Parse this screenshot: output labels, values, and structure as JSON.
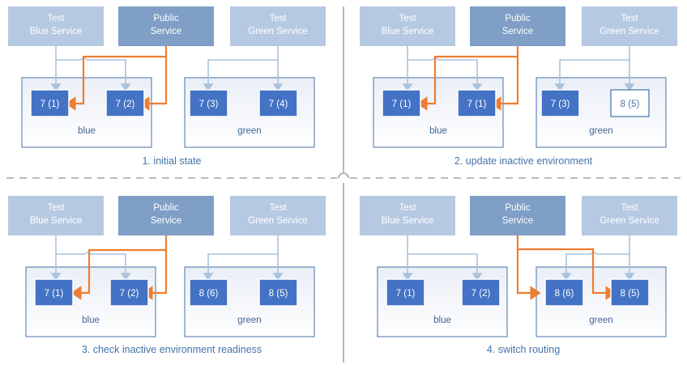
{
  "colors": {
    "service_light": "#b6c9e2",
    "service_dark": "#7f9fc6",
    "service_text": "#ffffff",
    "version_fill": "#4472c4",
    "version_border": "#ffffff",
    "version_text": "#ffffff",
    "version_outline_fill": "#ffffff",
    "version_outline_border": "#4472a8",
    "version_outline_text": "#4472a8",
    "env_border": "#4472a8",
    "env_fill_top": "#eef1f7",
    "env_fill_bottom": "#ffffff",
    "env_text": "#3f6597",
    "caption_text": "#4472a8",
    "arrow_blue": "#a9c2dd",
    "arrow_orange": "#ed7d31",
    "divider": "#a6a6a6",
    "background": "#ffffff"
  },
  "services": {
    "test_blue": {
      "line1": "Test",
      "line2": "Blue Service",
      "style": "light"
    },
    "public": {
      "line1": "Public",
      "line2": "Service",
      "style": "dark"
    },
    "test_green": {
      "line1": "Test",
      "line2": "Green Service",
      "style": "light"
    }
  },
  "environments": {
    "blue": "blue",
    "green": "green"
  },
  "panels": [
    {
      "id": "panel-1",
      "caption": "1. initial state",
      "blue_env": {
        "label": "blue",
        "instances": [
          {
            "text": "7 (1)",
            "style": "filled"
          },
          {
            "text": "7 (2)",
            "style": "filled"
          }
        ]
      },
      "green_env": {
        "label": "green",
        "instances": [
          {
            "text": "7 (3)",
            "style": "filled"
          },
          {
            "text": "7 (4)",
            "style": "filled"
          }
        ]
      },
      "public_routes_to": "blue",
      "test_blue_routes": true,
      "test_green_routes": true
    },
    {
      "id": "panel-2",
      "caption": "2. update inactive environment",
      "blue_env": {
        "label": "blue",
        "instances": [
          {
            "text": "7 (1)",
            "style": "filled"
          },
          {
            "text": "7 (1)",
            "style": "filled"
          }
        ]
      },
      "green_env": {
        "label": "green",
        "instances": [
          {
            "text": "7 (3)",
            "style": "filled"
          },
          {
            "text": "8 (5)",
            "style": "outline"
          }
        ]
      },
      "public_routes_to": "blue",
      "test_blue_routes": true,
      "test_green_routes": true
    },
    {
      "id": "panel-3",
      "caption": "3. check inactive environment readiness",
      "blue_env": {
        "label": "blue",
        "instances": [
          {
            "text": "7 (1)",
            "style": "filled"
          },
          {
            "text": "7 (2)",
            "style": "filled"
          }
        ]
      },
      "green_env": {
        "label": "green",
        "instances": [
          {
            "text": "8 (6)",
            "style": "filled"
          },
          {
            "text": "8 (5)",
            "style": "filled"
          }
        ]
      },
      "public_routes_to": "blue",
      "test_blue_routes": true,
      "test_green_routes": true
    },
    {
      "id": "panel-4",
      "caption": "4. switch routing",
      "blue_env": {
        "label": "blue",
        "instances": [
          {
            "text": "7 (1)",
            "style": "filled"
          },
          {
            "text": "7 (2)",
            "style": "filled"
          }
        ]
      },
      "green_env": {
        "label": "green",
        "instances": [
          {
            "text": "8 (6)",
            "style": "filled"
          },
          {
            "text": "8 (5)",
            "style": "filled"
          }
        ]
      },
      "public_routes_to": "green",
      "test_blue_routes": true,
      "test_green_routes": true
    }
  ]
}
